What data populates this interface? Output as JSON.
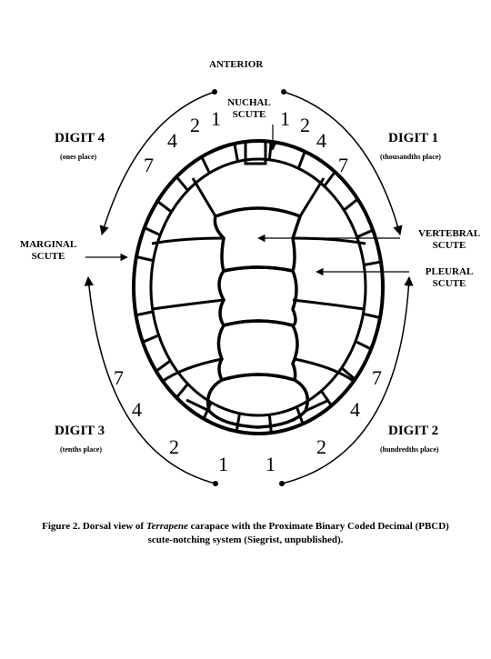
{
  "labels": {
    "anterior": "ANTERIOR",
    "nuchal_line1": "NUCHAL",
    "nuchal_line2": "SCUTE",
    "marginal_line1": "MARGINAL",
    "marginal_line2": "SCUTE",
    "vertebral_line1": "VERTEBRAL",
    "vertebral_line2": "SCUTE",
    "pleural_line1": "PLEURAL",
    "pleural_line2": "SCUTE"
  },
  "digits": {
    "d4": {
      "title": "DIGIT 4",
      "place": "(ones place)"
    },
    "d1": {
      "title": "DIGIT 1",
      "place": "(thousandths place)"
    },
    "d3": {
      "title": "DIGIT 3",
      "place": "(tenths place)"
    },
    "d2": {
      "title": "DIGIT 2",
      "place": "(hundredths place)"
    }
  },
  "numbers": {
    "tl_1": "1",
    "tl_2": "2",
    "tl_4": "4",
    "tl_7": "7",
    "tr_1": "1",
    "tr_2": "2",
    "tr_4": "4",
    "tr_7": "7",
    "bl_7": "7",
    "bl_4": "4",
    "bl_2": "2",
    "bl_1": "1",
    "br_7": "7",
    "br_4": "4",
    "br_2": "2",
    "br_1": "1"
  },
  "caption": {
    "before": "Figure 2.  Dorsal view of ",
    "genus": "Terrapene",
    "after": " carapace with the Proximate Binary Coded Decimal (PBCD)",
    "line2": "scute-notching system (Siegrist, unpublished)."
  }
}
